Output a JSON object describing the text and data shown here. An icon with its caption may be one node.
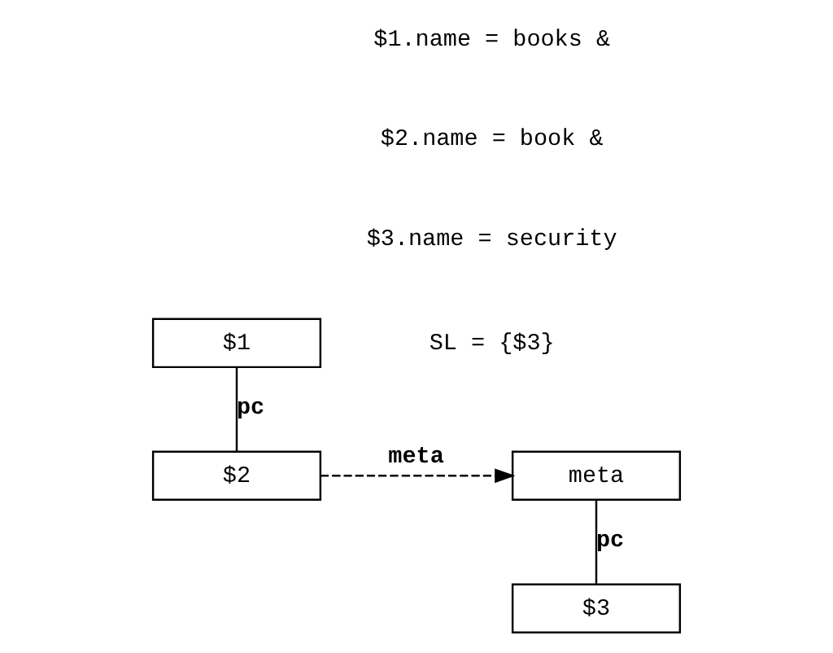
{
  "diagram": {
    "nodes": [
      {
        "text": [
          "$1"
        ]
      },
      {
        "text": [
          "$2"
        ]
      },
      {
        "text": [
          "meta"
        ]
      },
      {
        "text": [
          "$3"
        ]
      }
    ],
    "edges": [
      {
        "from": 0,
        "to": 1,
        "arrow": "none",
        "label": "pc"
      },
      {
        "from": 1,
        "to": 2,
        "arrow": "to",
        "label": "meta",
        "style": "dashed"
      },
      {
        "from": 2,
        "to": 3,
        "arrow": "none",
        "label": "pc"
      }
    ],
    "labels": [
      "$1.name = books &",
      "$2.name = book &",
      "$3.name = security",
      "SL = {$3}"
    ]
  }
}
